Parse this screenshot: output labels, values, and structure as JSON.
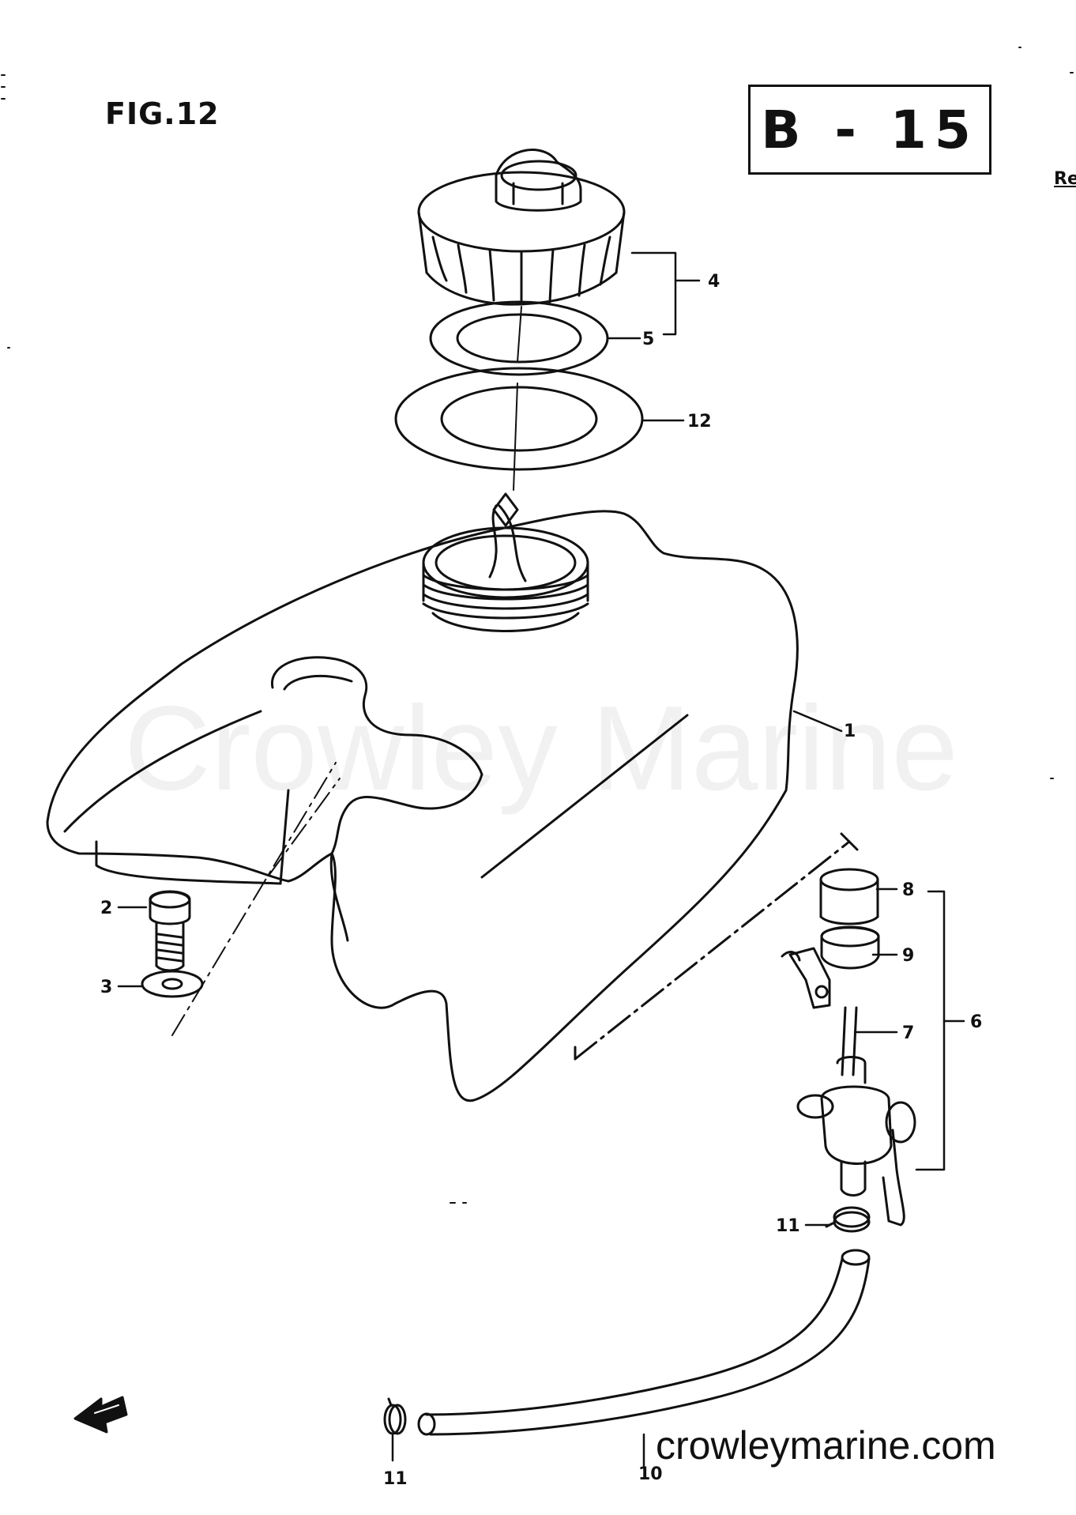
{
  "figure": {
    "title": "FIG.12",
    "section_code": "B - 15",
    "edge_mark": "Re"
  },
  "watermark": "Crowley Marine",
  "site_url": "crowleymarine.com",
  "parts": {
    "p1": "1",
    "p2": "2",
    "p3": "3",
    "p4": "4",
    "p5": "5",
    "p6": "6",
    "p7": "7",
    "p8": "8",
    "p9": "9",
    "p10": "10",
    "p11a": "11",
    "p11b": "11",
    "p12": "12"
  },
  "colors": {
    "ink": "#111111",
    "paper": "#ffffff"
  }
}
